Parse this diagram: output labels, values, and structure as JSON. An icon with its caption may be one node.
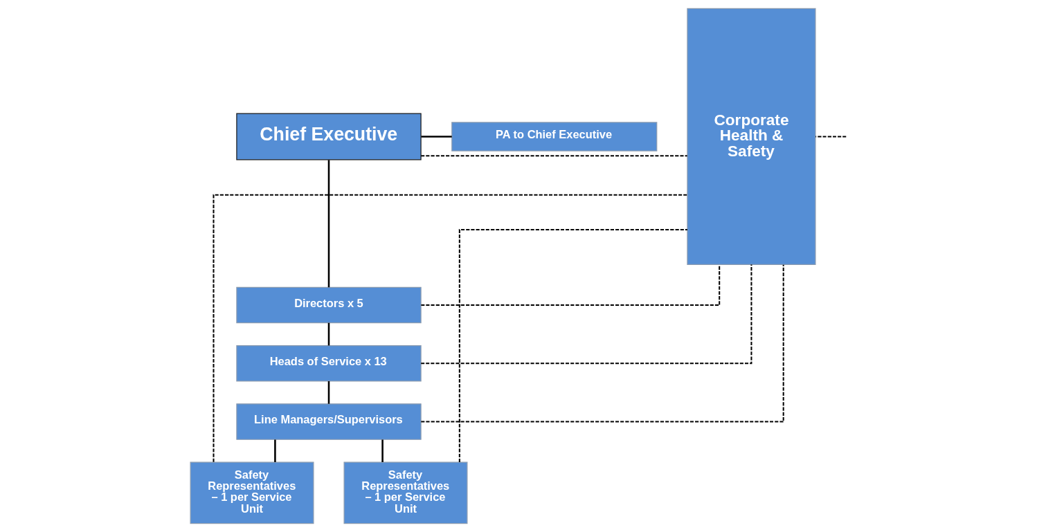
{
  "diagram": {
    "nodes": [
      {
        "text": [
          "Chief Executive"
        ]
      },
      {
        "text": [
          "PA to Chief Executive"
        ]
      },
      {
        "text": [
          "Directors x 5"
        ]
      },
      {
        "text": [
          "Heads of Service x 13"
        ]
      },
      {
        "text": [
          "Line Managers/Supervisors"
        ]
      },
      {
        "text": [
          "Safety Representatives – 1 per Service Unit"
        ]
      },
      {
        "text": [
          "Safety Representatives – 1 per Service Unit"
        ]
      },
      {
        "text": [
          "Corporate Health & Safety"
        ]
      }
    ],
    "edges": [
      {
        "from": 0,
        "to": 1,
        "arrow": "none"
      },
      {
        "from": 0,
        "to": 2,
        "arrow": "none"
      },
      {
        "from": 2,
        "to": 3,
        "arrow": "none"
      },
      {
        "from": 3,
        "to": 4,
        "arrow": "none"
      },
      {
        "from": 4,
        "to": 5,
        "arrow": "none"
      },
      {
        "from": 4,
        "to": 6,
        "arrow": "none"
      },
      {
        "from": 0,
        "to": 7,
        "arrow": "none",
        "style": "dashed"
      },
      {
        "from": null,
        "to": 7,
        "arrow": "none",
        "style": "dashed"
      },
      {
        "from": 2,
        "to": 7,
        "arrow": "none",
        "style": "dashed"
      },
      {
        "from": 3,
        "to": 7,
        "arrow": "none",
        "style": "dashed"
      },
      {
        "from": 4,
        "to": 7,
        "arrow": "none",
        "style": "dashed"
      },
      {
        "from": 5,
        "to": 7,
        "arrow": "none",
        "style": "dashed"
      },
      {
        "from": 6,
        "to": 7,
        "arrow": "none",
        "style": "dashed"
      }
    ]
  }
}
